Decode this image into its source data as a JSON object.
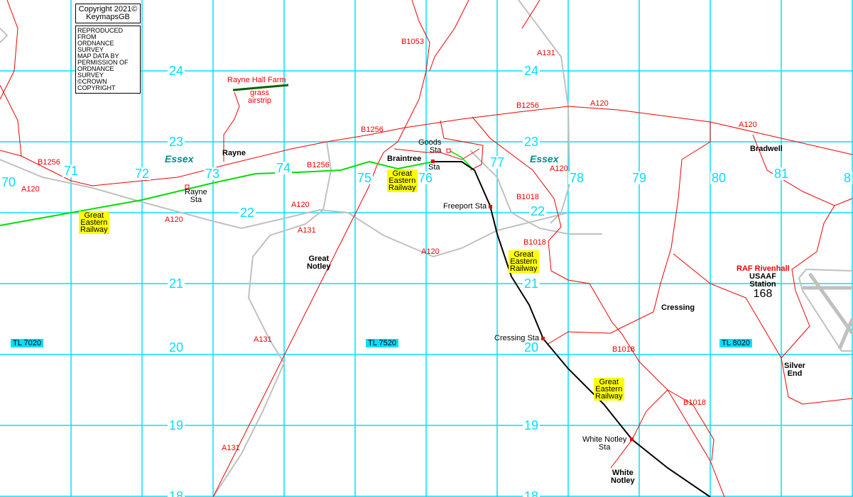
{
  "copyright": {
    "line1": "Copyright 2021©",
    "line2": "KeymapsGB"
  },
  "os_notice": [
    "REPRODUCED FROM",
    "ORDNANCE SURVEY",
    "MAP DATA BY",
    "PERMISSION OF",
    "ORDNANCE SURVEY",
    "©CROWN COPYRIGHT"
  ],
  "eastings": [
    "70",
    "71",
    "72",
    "73",
    "74",
    "75",
    "76",
    "77",
    "78",
    "79",
    "80",
    "81",
    "8"
  ],
  "northings": {
    "n24a": "24",
    "n24b": "24",
    "n23a": "23",
    "n23b": "23",
    "n22a": "22",
    "n22b": "22",
    "n21a": "21",
    "n21b": "21",
    "n20a": "20",
    "n20b": "20",
    "n19a": "19",
    "n19b": "19",
    "n18a": "18",
    "n18b": "18"
  },
  "grid_refs": [
    "TL 7020",
    "TL 7520",
    "TL 8020"
  ],
  "county": [
    "Essex",
    "Essex"
  ],
  "roads": {
    "b1053": "B1053",
    "a131_top": "A131",
    "b1256_1": "B1256",
    "b1256_2": "B1256",
    "b1256_3": "B1256",
    "b1256_4": "B1256",
    "a120_1": "A120",
    "a120_2": "A120",
    "a120_3": "A120",
    "a120_4": "A120",
    "a120_5": "A120",
    "a120_6": "A120",
    "a120_7": "A120",
    "a131_1": "A131",
    "a131_2": "A131",
    "a131_3": "A131",
    "b1018_1": "B1018",
    "b1018_2": "B1018",
    "b1018_3": "B1018",
    "b1018_4": "B1018"
  },
  "places": {
    "rayne": "Rayne",
    "braintree": "Braintree",
    "great_notley": [
      "Great",
      "Notley"
    ],
    "cressing": "Cressing",
    "bradwell": "Bradwell",
    "silver_end": [
      "Silver",
      "End"
    ],
    "white_notley": [
      "White",
      "Notley"
    ]
  },
  "stations": {
    "rayne": [
      "Rayne",
      "Sta"
    ],
    "braintree": "Sta",
    "goods": [
      "Goods",
      "Sta"
    ],
    "freeport": "Freeport Sta",
    "cressing": "Cressing Sta",
    "white_notley": [
      "White Notley",
      "Sta"
    ]
  },
  "railway_label": [
    "Great",
    "Eastern",
    "Railway"
  ],
  "airstrip": {
    "name": "Rayne Hall Farm",
    "desc": [
      "grass",
      "airstrip"
    ]
  },
  "airfield": {
    "name": "RAF Rivenhall",
    "line1": "USAAF",
    "line2": "Station",
    "number": "168"
  },
  "colors": {
    "grid": "#00e0ff",
    "road": "#f00000",
    "major_road": "#c0c0c0",
    "railway_old": "#00e000",
    "railway": "#000000",
    "label_bg": "#ffff00"
  }
}
